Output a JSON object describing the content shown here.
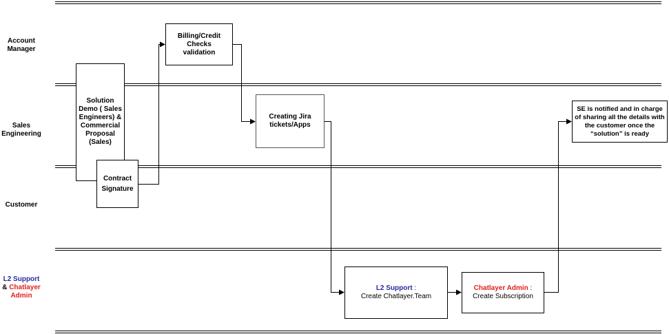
{
  "lanes": {
    "account_manager": "Account Manager",
    "sales_engineering": "Sales Engineering",
    "customer": "Customer",
    "l2_support_part1": "L2 Support",
    "l2_support_amp": " & ",
    "l2_support_part2": "Chatlayer Admin"
  },
  "boxes": {
    "billing": "Billing/Credit Checks validation",
    "solution_demo": "Solution Demo ( Sales Engineers) & Commercial Proposal (Sales)",
    "contract": "Contract Signature",
    "jira": "Creating Jira tickets/Apps",
    "se_notified": "SE is notified and in charge of sharing all the details with the customer once the “solution” is ready",
    "l2_support_title": "L2 Support",
    "l2_support_sep": " :",
    "l2_support_action": "Create Chatlayer.Team",
    "admin_title": "Chatlayer Admin",
    "admin_sep": " :",
    "admin_action": "Create Subscription"
  },
  "colors": {
    "l2_support": "#2929a3",
    "chatlayer_admin": "#e02020"
  }
}
